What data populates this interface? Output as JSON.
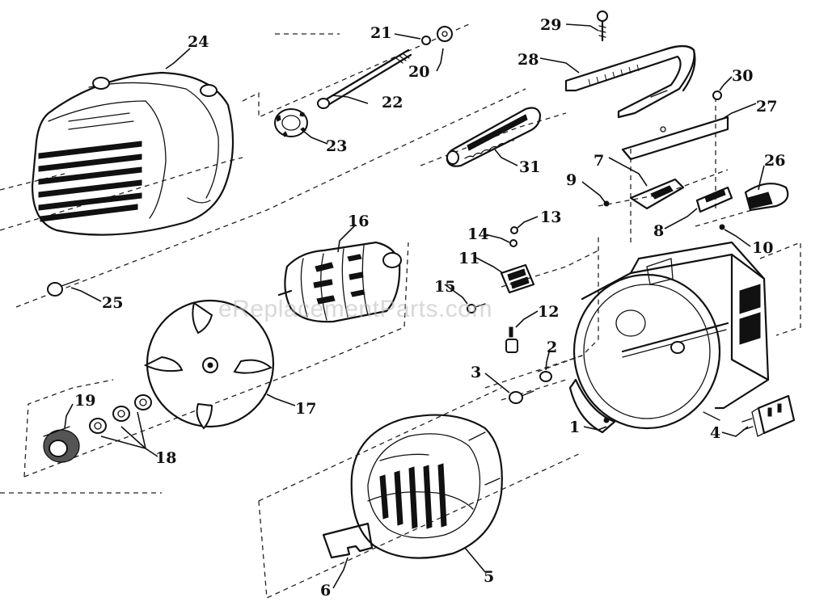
{
  "watermark": "eReplacementParts.com",
  "labels": [
    "24",
    "21",
    "20",
    "22",
    "23",
    "25",
    "16",
    "17",
    "19",
    "18",
    "29",
    "28",
    "30",
    "27",
    "31",
    "7",
    "9",
    "26",
    "8",
    "10",
    "13",
    "14",
    "11",
    "15",
    "12",
    "2",
    "3",
    "1",
    "4",
    "6",
    "5"
  ]
}
